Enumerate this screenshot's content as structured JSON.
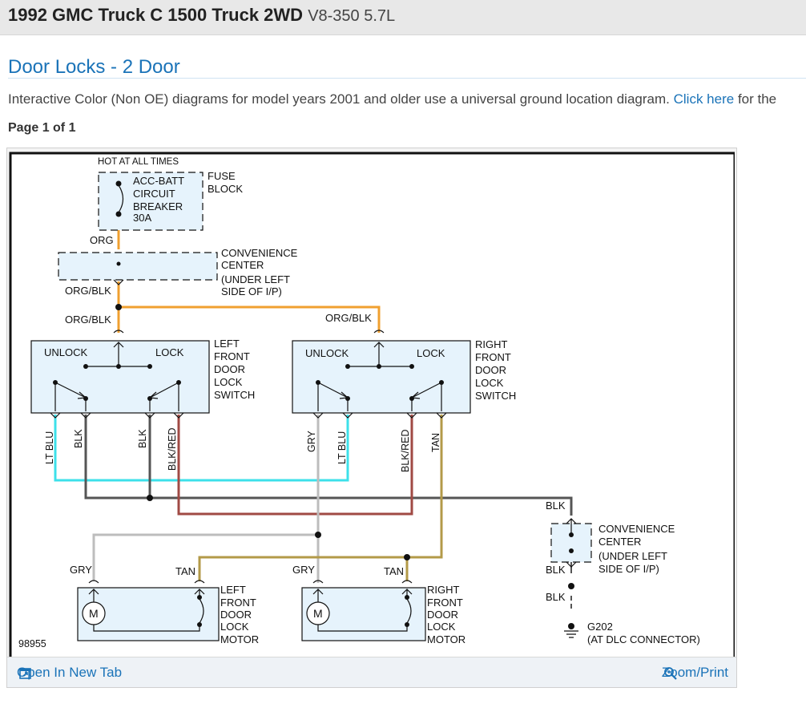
{
  "header": {
    "vehicle": "1992 GMC Truck C 1500 Truck 2WD",
    "engine": "V8-350 5.7L"
  },
  "section_title": "Door Locks - 2 Door",
  "intro": {
    "text": "Interactive Color (Non OE) diagrams for model years 2001 and older use a universal ground location diagram.",
    "link": "Click here",
    "after_link": "for the"
  },
  "pager": "Page 1 of 1",
  "diagram": {
    "hot_label": "HOT AT ALL TIMES",
    "breaker_lines": [
      "ACC-BATT",
      "CIRCUIT",
      "BREAKER",
      "30A"
    ],
    "fuse_block": [
      "FUSE",
      "BLOCK"
    ],
    "conv_center_top": [
      "CONVENIENCE",
      "CENTER",
      "(UNDER LEFT",
      "SIDE OF I/P)"
    ],
    "wire_org": "ORG",
    "wire_orgblk_1": "ORG/BLK",
    "wire_orgblk_2": "ORG/BLK",
    "wire_orgblk_3": "ORG/BLK",
    "left_switch": {
      "unlock": "UNLOCK",
      "lock": "LOCK",
      "label": [
        "LEFT",
        "FRONT",
        "DOOR",
        "LOCK",
        "SWITCH"
      ]
    },
    "right_switch": {
      "unlock": "UNLOCK",
      "lock": "LOCK",
      "label": [
        "RIGHT",
        "FRONT",
        "DOOR",
        "LOCK",
        "SWITCH"
      ]
    },
    "left_wires": [
      "LT BLU",
      "BLK",
      "BLK",
      "BLK/RED"
    ],
    "right_wires": [
      "GRY",
      "LT BLU",
      "BLK/RED",
      "TAN"
    ],
    "blk_right": "BLK",
    "conv_center_right": [
      "CONVENIENCE",
      "CENTER",
      "(UNDER LEFT",
      "SIDE OF I/P)"
    ],
    "blk_lower_1": "BLK",
    "blk_lower_2": "BLK",
    "ground": [
      "G202",
      "(AT DLC CONNECTOR)"
    ],
    "left_motor": {
      "gry": "GRY",
      "tan": "TAN",
      "m": "M",
      "label": [
        "LEFT",
        "FRONT",
        "DOOR",
        "LOCK",
        "MOTOR"
      ]
    },
    "right_motor": {
      "gry": "GRY",
      "tan": "TAN",
      "m": "M",
      "label": [
        "RIGHT",
        "FRONT",
        "DOOR",
        "LOCK",
        "MOTOR"
      ]
    },
    "diagram_id": "98955",
    "colors": {
      "org": "#f0a030",
      "lt_blu": "#3de0ea",
      "blk": "#555555",
      "blk_red": "#a04a44",
      "gry": "#bdbdbd",
      "tan": "#b39a48",
      "box_fill": "#e6f3fc"
    }
  },
  "footer": {
    "open_tab": "Open In New Tab",
    "zoom": "Zoom/Print"
  }
}
